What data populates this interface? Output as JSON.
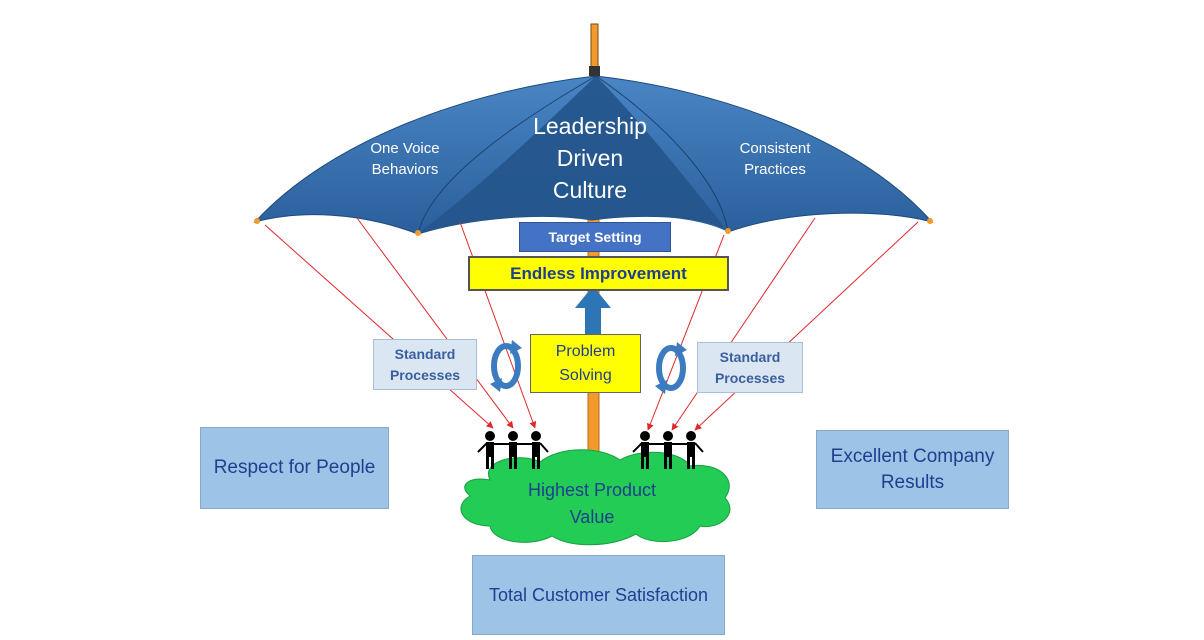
{
  "canopy": {
    "title": "Leadership\nDriven\nCulture",
    "left_label": "One Voice\nBehaviors",
    "right_label": "Consistent\nPractices"
  },
  "target_setting": "Target Setting",
  "endless_improvement": "Endless Improvement",
  "problem_solving": "Problem\nSolving",
  "standard_processes_left": "Standard\nProcesses",
  "standard_processes_right": "Standard\nProcesses",
  "respect_for_people": "Respect for People",
  "excellent_results": "Excellent Company\nResults",
  "highest_value": "Highest Product\nValue",
  "total_satisfaction": "Total Customer Satisfaction",
  "colors": {
    "canopy": "#2e67a6",
    "canopy_center": "#25568d",
    "shaft": "#f29a2e",
    "strings": "#e0282d",
    "cloud": "#22cc55",
    "box_blue": "#9dc3e6",
    "text_blue": "#1f3f8f",
    "highlight_yellow": "#ffff00"
  },
  "icons": [
    "people-group-icon",
    "cycle-arrow-icon",
    "up-arrow-icon",
    "umbrella-icon",
    "cloud-icon"
  ]
}
